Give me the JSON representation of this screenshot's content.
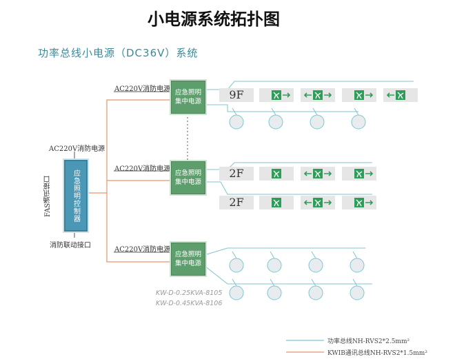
{
  "title": "小电源系统拓扑图",
  "subtitle": "功率总线小电源（DC36V）系统",
  "labels": {
    "ac_feed": "AC220V消防电源",
    "fas_port": "FAS通讯接口",
    "linkage_port": "消防联动接口"
  },
  "controller": {
    "label": "应急照明控制器"
  },
  "power_units": [
    {
      "line1": "应急照明",
      "line2": "集中电源"
    },
    {
      "line1": "应急照明",
      "line2": "集中电源"
    },
    {
      "line1": "应急照明",
      "line2": "集中电源"
    }
  ],
  "floors": [
    "9F",
    "2F",
    "2F"
  ],
  "models": [
    "KW-D-0.25KVA-8105",
    "KW-D-0.45KVA-8106"
  ],
  "legend": {
    "power_bus": "功率总线NH-RVS2*2.5mm²",
    "comm_bus": "KWIB通讯总线NH-RVS2*1.5mm²",
    "power_color": "#7cc6cf",
    "comm_color": "#e6956a"
  },
  "icons": {
    "exit_sign": "exit-sign-icon",
    "lamp": "emergency-lamp-icon"
  }
}
